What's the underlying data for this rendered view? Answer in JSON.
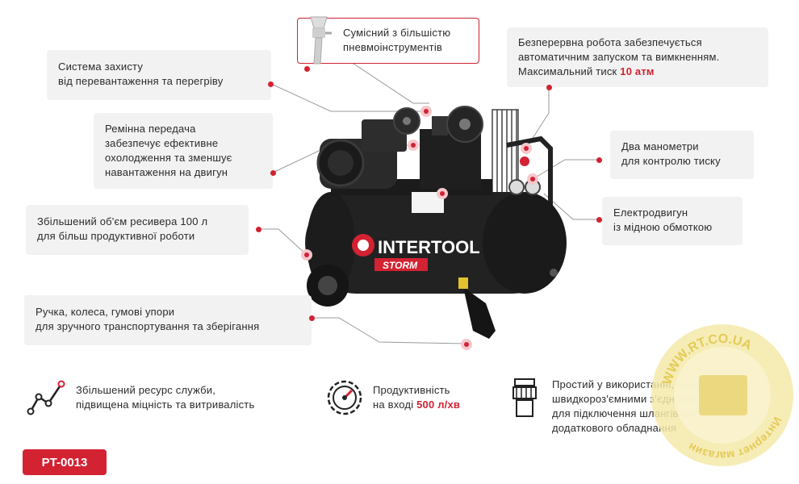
{
  "callouts": {
    "spray": "Сумісний з більшістю пневмоінструментів",
    "protection_line1": "Система захисту",
    "protection_line2": "від перевантаження та перегріву",
    "belt_line1": "Ремінна передача",
    "belt_line2": "забезпечує ефективне",
    "belt_line3": "охолодження та зменшує",
    "belt_line4": "навантаження на двигун",
    "receiver_line1": "Збільшений об'єм ресивера 100 л",
    "receiver_line2": "для більш продуктивної роботи",
    "handle_line1": "Ручка, колеса, гумові упори",
    "handle_line2": "для зручного транспортування та зберігання",
    "auto_line1": "Безперервна робота забезпечується",
    "auto_line2": "автоматичним запуском та вимкненням.",
    "auto_line3_prefix": "Максимальний тиск",
    "auto_pressure": "10 атм",
    "gauges_line1": "Два манометри",
    "gauges_line2": "для контролю тиску",
    "motor_line1": "Електродвигун",
    "motor_line2": "із мідною обмоткою"
  },
  "features": {
    "resource_line1": "Збільшений ресурс служби,",
    "resource_line2": "підвищена міцність та витривалість",
    "perf_line1": "Продуктивність",
    "perf_line2_prefix": "на вході",
    "perf_value": "500 л/хв",
    "quick_line1": "Простий у використанні, оснащений",
    "quick_line2": "швидкороз'ємними з'єднаннями",
    "quick_line3": "для підключення шлангів або",
    "quick_line4": "додаткового обладнання"
  },
  "product": {
    "brand": "INTERTOOL",
    "series": "STORM",
    "code": "PT-0013"
  },
  "watermark": {
    "url": "WWW.RT.CO.UA",
    "shop": "Интернет магазин"
  },
  "colors": {
    "accent": "#d32232",
    "callout_bg": "#f2f2f2",
    "body": "#1e1e1e"
  }
}
